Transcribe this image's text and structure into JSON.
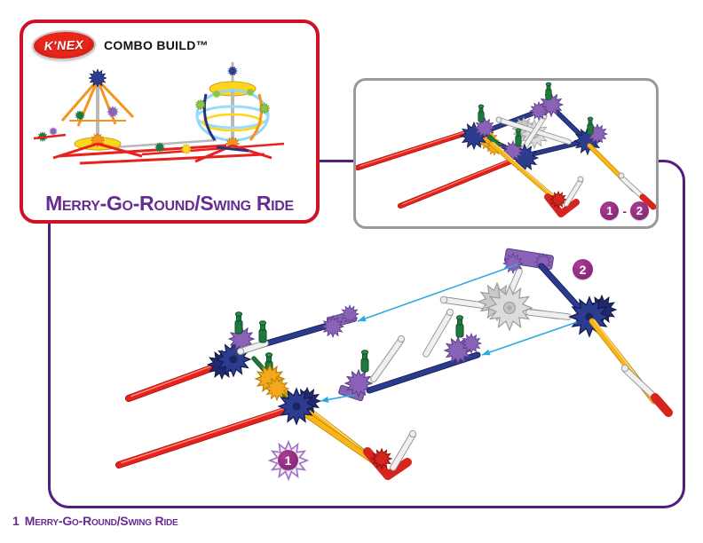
{
  "palette": {
    "brand_red": "#cf1125",
    "panel_border_purple": "#511e82",
    "card_border_gray": "#999999",
    "title_purple": "#662c91",
    "badge_purple": "#8e287e",
    "arrow_cyan": "#29abe2",
    "rod_red": "#e8211d",
    "rod_yellow": "#f9b616",
    "rod_navy": "#2b3a8f",
    "connector_purple": "#8a63b8",
    "clip_green": "#1d7a3c",
    "rod_white": "#f0f0f0",
    "gear_silver": "#dcdcdc"
  },
  "header_card": {
    "logo_text": "K'NEX",
    "series_label": "COMBO BUILD™",
    "model_title": "Merry-Go-Round/Swing Ride"
  },
  "preview_card": {
    "step_from": "1",
    "step_separator": "-",
    "step_to": "2"
  },
  "diagram_steps": {
    "step1": {
      "label": "1",
      "marker": "starburst-circle"
    },
    "step2": {
      "label": "2",
      "marker": "circle"
    }
  },
  "footer": {
    "page_number": "1",
    "model_title": "Merry-Go-Round/Swing Ride"
  }
}
